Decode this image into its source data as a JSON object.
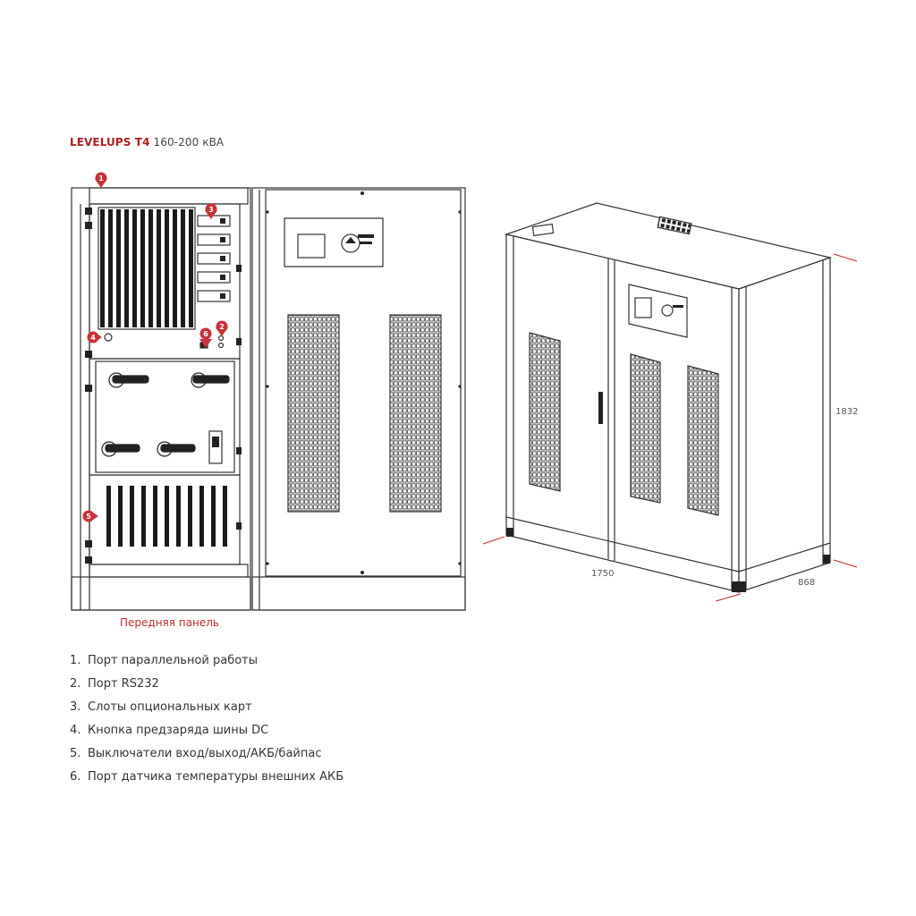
{
  "title": {
    "brand": "LEVELUPS T4",
    "rating": "160-200 кВА"
  },
  "front_panel_caption": "Передняя панель",
  "markers": [
    "1",
    "2",
    "3",
    "4",
    "5",
    "6"
  ],
  "dimensions": {
    "height": "1832",
    "width": "1750",
    "depth": "868"
  },
  "legend": [
    {
      "num": "1.",
      "text": "Порт параллельной работы"
    },
    {
      "num": "2.",
      "text": "Порт RS232"
    },
    {
      "num": "3.",
      "text": "Слоты опциональных карт"
    },
    {
      "num": "4.",
      "text": "Кнопка предзаряда шины DC"
    },
    {
      "num": "5.",
      "text": "Выключатели вход/выход/АКБ/байпас"
    },
    {
      "num": "6.",
      "text": "Порт датчика температуры внешних АКБ"
    }
  ],
  "colors": {
    "accent": "#c0292e",
    "marker": "#c8323a",
    "line": "#333333"
  }
}
